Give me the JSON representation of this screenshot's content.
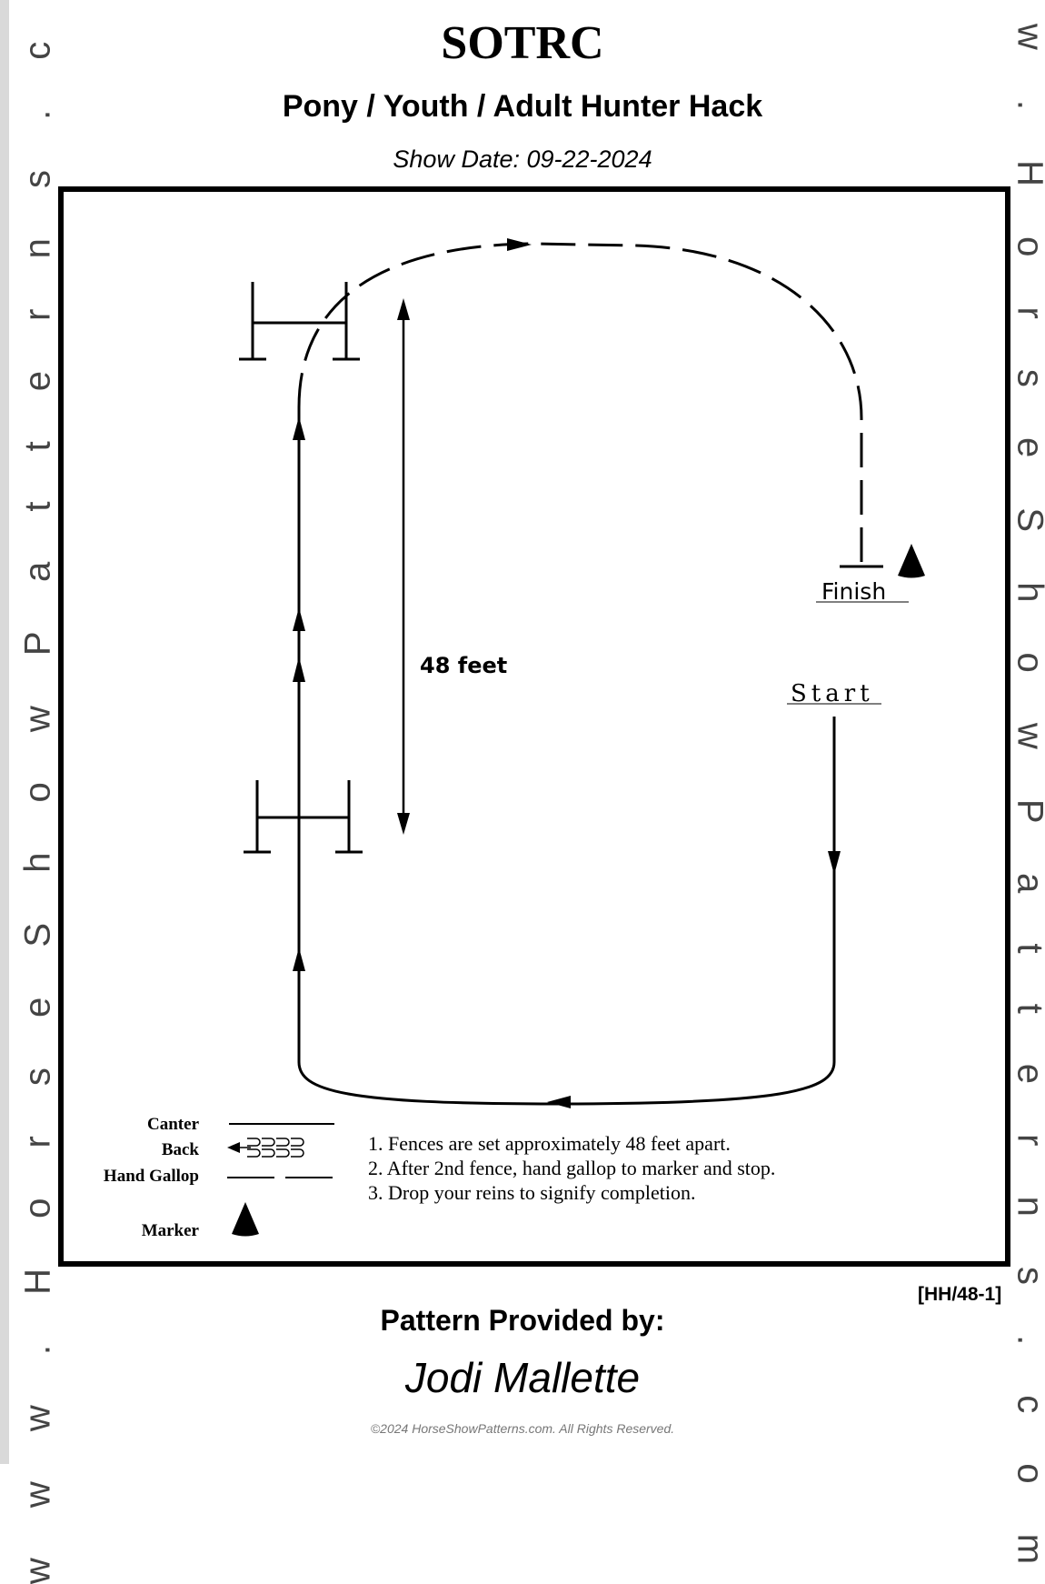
{
  "header": {
    "title": "SOTRC",
    "subtitle": "Pony / Youth / Adult Hunter Hack",
    "show_date": "Show Date: 09-22-2024"
  },
  "watermark": {
    "left": "w w w . H o r s e S h o w P a t t e r n s . c o m",
    "right": "w w w . H o r s e S h o w P a t t e r n s . c o m"
  },
  "diagram": {
    "finish_label": "Finish",
    "start_label": "Start",
    "distance_label": "48 feet"
  },
  "legend": {
    "canter": "Canter",
    "back": "Back",
    "hand_gallop": "Hand Gallop",
    "marker": "Marker"
  },
  "notes": [
    "1.  Fences are set approximately 48 feet apart.",
    "2.  After 2nd fence, hand gallop to marker and stop.",
    "3.  Drop your reins to signify completion."
  ],
  "pattern_code": "[HH/48-1]",
  "footer": {
    "provided_by": "Pattern Provided by:",
    "author": "Jodi Mallette",
    "copyright": "©2024 HorseShowPatterns.com. All Rights Reserved."
  }
}
